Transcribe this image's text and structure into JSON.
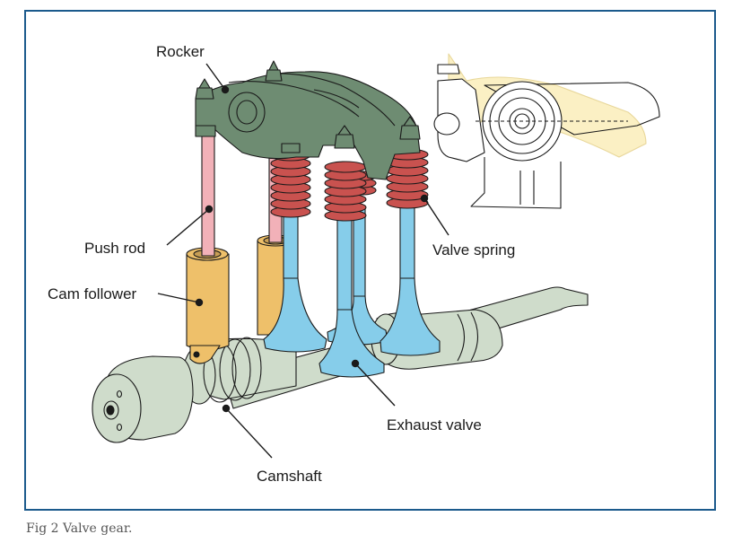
{
  "figure": {
    "caption_number": "Fig 2",
    "caption_text": "Valve gear."
  },
  "labels": {
    "rocker": "Rocker",
    "push_rod": "Push rod",
    "cam_follower": "Cam follower",
    "valve_spring": "Valve spring",
    "exhaust_valve": "Exhaust valve",
    "camshaft": "Camshaft"
  },
  "colors": {
    "frame": "#1b5a8c",
    "rocker": "#6e8c72",
    "push_rod": "#f2b1b8",
    "cam_follower": "#eec06a",
    "valve_spring": "#c9524f",
    "valve": "#86cdea",
    "camshaft": "#cfdccb",
    "ghost_rocker": "#fbf0c4"
  }
}
